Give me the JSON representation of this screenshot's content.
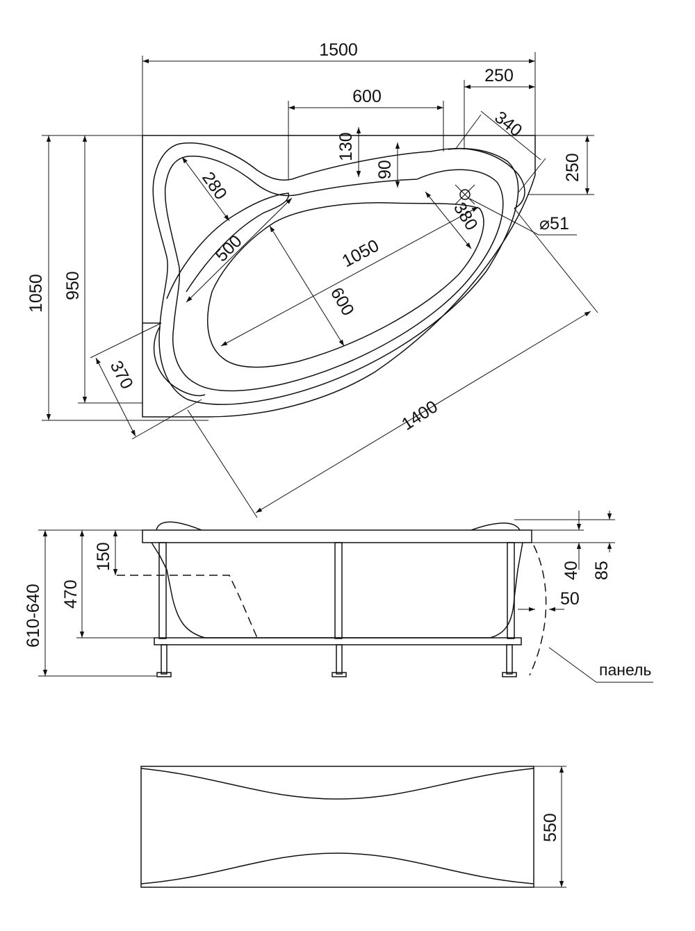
{
  "top_view": {
    "overall_width": "1500",
    "overall_depth": "1050",
    "inner_depth": "950",
    "seat_width": "600",
    "right_offset": "250",
    "corner_diag": "340",
    "right_depth": "250",
    "rim_130": "130",
    "rim_90": "90",
    "headrest_280": "280",
    "headrest_500": "500",
    "bowl_length": "1050",
    "bowl_width": "600",
    "drain_380": "380",
    "drain_diameter": "⌀51",
    "front_1400": "1400",
    "corner_370": "370"
  },
  "side_view": {
    "total_height": "610-640",
    "bath_depth": "470",
    "seat_height": "150",
    "rim_40": "40",
    "rim_85": "85",
    "panel_gap": "50",
    "panel_label": "панель"
  },
  "panel_view": {
    "panel_height": "550"
  }
}
